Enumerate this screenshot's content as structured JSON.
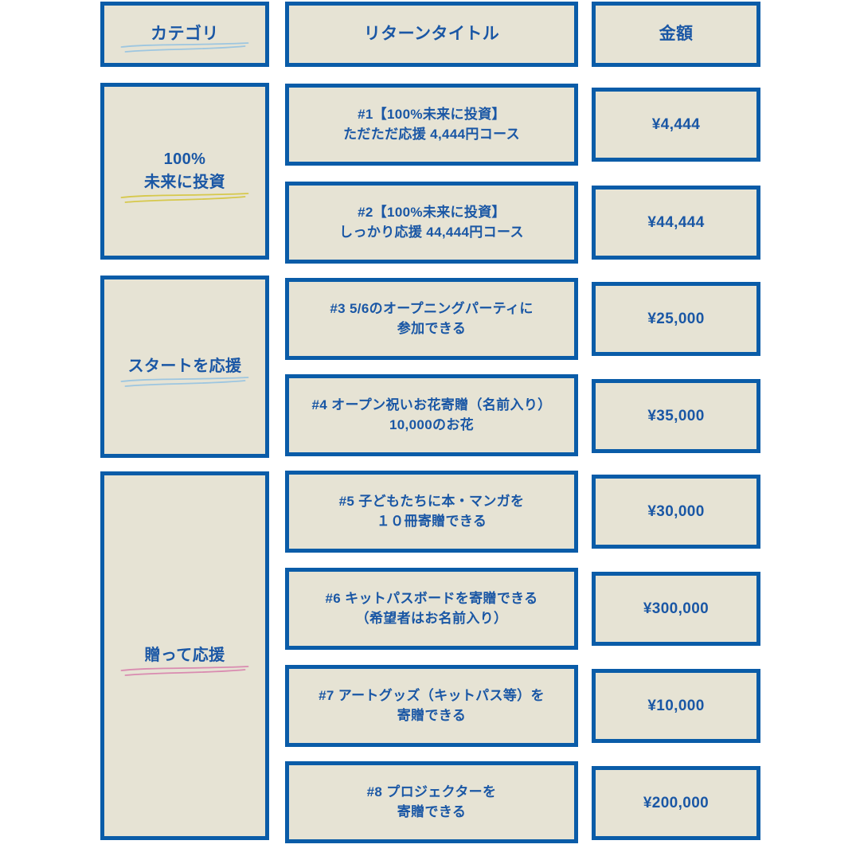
{
  "table": {
    "headers": {
      "category": "カテゴリ",
      "title": "リターンタイトル",
      "amount": "金額"
    },
    "header_underline_color": "#9DC6E0",
    "colors": {
      "border": "#0A5CA8",
      "cell_background": "#E6E3D4",
      "text": "#1A57A5",
      "page_background": "#FFFFFF",
      "underline_blue": "#9DC6E0",
      "underline_yellow": "#D6C84B",
      "underline_pink": "#D98BB0"
    },
    "groups": [
      {
        "category_label": "100%\n未来に投資",
        "category_line1": "100%",
        "category_line2": "未来に投資",
        "underline_color": "#D6C84B",
        "rows": [
          {
            "title_line1": "#1【100%未来に投資】",
            "title_line2": "ただただ応援 4,444円コース",
            "amount": "¥4,444"
          },
          {
            "title_line1": "#2【100%未来に投資】",
            "title_line2": "しっかり応援 44,444円コース",
            "amount": "¥44,444"
          }
        ]
      },
      {
        "category_label": "スタートを応援",
        "category_line1": "スタートを応援",
        "category_line2": "",
        "underline_color": "#9DC6E0",
        "rows": [
          {
            "title_line1": "#3 5/6のオープニングパーティに",
            "title_line2": "参加できる",
            "amount": "¥25,000"
          },
          {
            "title_line1": "#4 オープン祝いお花寄贈（名前入り）",
            "title_line2": "10,000のお花",
            "amount": "¥35,000"
          }
        ]
      },
      {
        "category_label": "贈って応援",
        "category_line1": "贈って応援",
        "category_line2": "",
        "underline_color": "#D98BB0",
        "rows": [
          {
            "title_line1": "#5 子どもたちに本・マンガを",
            "title_line2": "１０冊寄贈できる",
            "amount": "¥30,000"
          },
          {
            "title_line1": "#6 キットパスボードを寄贈できる",
            "title_line2": "（希望者はお名前入り）",
            "amount": "¥300,000"
          },
          {
            "title_line1": "#7 アートグッズ（キットパス等）を",
            "title_line2": "寄贈できる",
            "amount": "¥10,000"
          },
          {
            "title_line1": "#8 プロジェクターを",
            "title_line2": "寄贈できる",
            "amount": "¥200,000"
          }
        ]
      }
    ]
  }
}
